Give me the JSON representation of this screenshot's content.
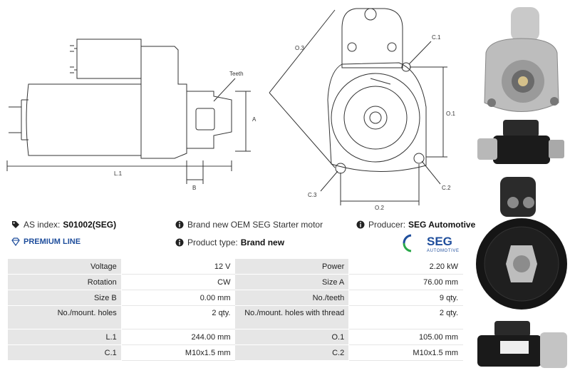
{
  "drawing": {
    "labels": {
      "teeth": "Teeth",
      "a": "A",
      "l1": "L.1",
      "b": "B",
      "o3": "O.3",
      "c1": "C.1",
      "o1": "O.1",
      "c3": "C.3",
      "c2": "C.2",
      "o2": "O.2"
    }
  },
  "info": {
    "as_index_label": "AS index:",
    "as_index_value": "S01002(SEG)",
    "premium_line": "PREMIUM LINE",
    "description": "Brand new OEM SEG Starter motor",
    "product_type_label": "Product type:",
    "product_type_value": "Brand new",
    "producer_label": "Producer:",
    "producer_value": "SEG Automotive"
  },
  "logo": {
    "name": "SEG",
    "sub": "AUTOMOTIVE",
    "colors": [
      "#1f4e9c",
      "#2aa84a"
    ]
  },
  "specs": [
    {
      "k1": "Voltage",
      "v1": "12 V",
      "k2": "Power",
      "v2": "2.20 kW"
    },
    {
      "k1": "Rotation",
      "v1": "CW",
      "k2": "Size A",
      "v2": "76.00 mm"
    },
    {
      "k1": "Size B",
      "v1": "0.00 mm",
      "k2": "No./teeth",
      "v2": "9 qty."
    },
    {
      "k1": "No./mount. holes",
      "v1": "2 qty.",
      "k2": "No./mount. holes with thread",
      "v2": "2 qty."
    },
    {
      "k1": "L.1",
      "v1": "244.00 mm",
      "k2": "O.1",
      "v2": "105.00 mm"
    },
    {
      "k1": "C.1",
      "v1": "M10x1.5 mm",
      "k2": "C.2",
      "v2": "M10x1.5 mm"
    }
  ]
}
